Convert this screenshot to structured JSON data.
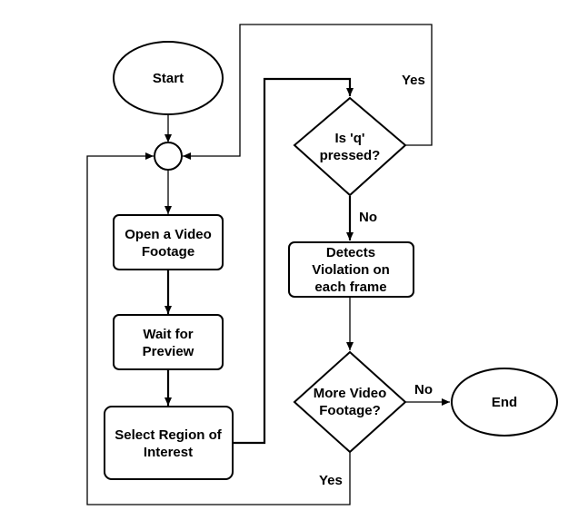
{
  "nodes": {
    "start": "Start",
    "open_video": [
      "Open a Video",
      "Footage"
    ],
    "wait_preview": [
      "Wait for",
      "Preview"
    ],
    "select_roi": [
      "Select Region of",
      "Interest"
    ],
    "is_q_pressed": [
      "Is 'q'",
      "pressed?"
    ],
    "detects": [
      "Detects",
      "Violation on",
      "each frame"
    ],
    "more_video": [
      "More Video",
      "Footage?"
    ],
    "end": "End"
  },
  "edges": {
    "q_yes": "Yes",
    "q_no": "No",
    "more_no": "No",
    "more_yes": "Yes"
  }
}
